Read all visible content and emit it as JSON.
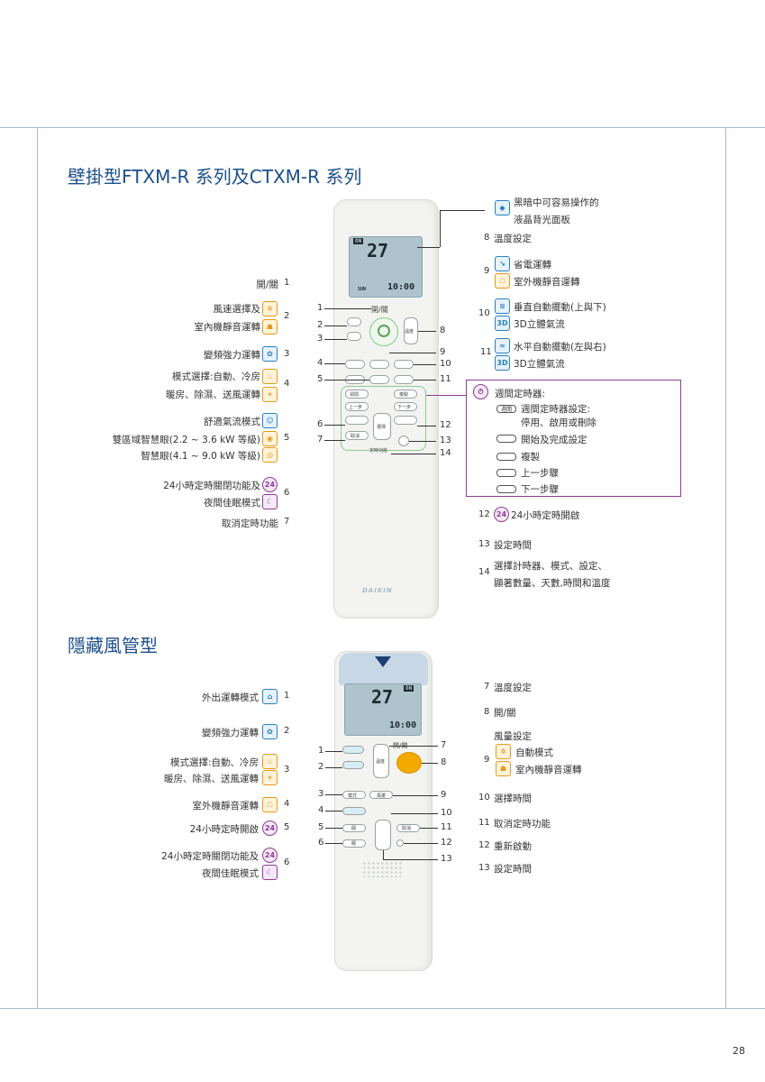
{
  "page_number": "28",
  "section1": {
    "title": "壁掛型FTXM-R 系列及CTXM-R 系列",
    "left_labels": [
      {
        "text": "開/關",
        "num": "1"
      },
      {
        "text": "風速選擇及",
        "num": ""
      },
      {
        "text": "室內機靜音運轉",
        "num": "2"
      },
      {
        "text": "變頻強力運轉",
        "num": "3"
      },
      {
        "text": "模式選擇:自動、冷房",
        "num": ""
      },
      {
        "text": "暖房、除濕、送風運轉",
        "num": "4"
      },
      {
        "text": "舒適氣流模式",
        "num": ""
      },
      {
        "text": "雙區域智慧眼(2.2 ~ 3.6 kW 等級)",
        "num": "5"
      },
      {
        "text": "智慧眼(4.1 ~ 9.0 kW 等級)",
        "num": ""
      },
      {
        "text": "24小時定時關閉功能及",
        "num": ""
      },
      {
        "text": "夜間佳眠模式",
        "num": "6"
      },
      {
        "text": "取消定時功能",
        "num": "7"
      }
    ],
    "right_labels": {
      "backlight_line1": "黑暗中可容易操作的",
      "backlight_line2": "液晶背光面板",
      "r8": "8",
      "r8_text": "溫度設定",
      "r9": "9",
      "r9_a": "省電運轉",
      "r9_b": "室外機靜音運轉",
      "r10": "10",
      "r10_a": "垂直自動擺動(上與下)",
      "r10_b": "3D立體氣流",
      "r11": "11",
      "r11_a": "水平自動擺動(左與右)",
      "r11_b": "3D立體氣流",
      "weekly_title": "週間定時器:",
      "weekly_1a": "週間定時器設定:",
      "weekly_1b": "停用、啟用或刪除",
      "weekly_2": "開始及完成設定",
      "weekly_3": "複製",
      "weekly_4": "上一步驟",
      "weekly_5": "下一步驟",
      "r12": "12",
      "r12_text": "24小時定時開啟",
      "r13": "13",
      "r13_text": "設定時間",
      "r14": "14",
      "r14_a": "選擇計時器、模式、設定、",
      "r14_b": "顯著數量、天數,時間和溫度"
    },
    "remote_labels": {
      "onoff": "開/關",
      "temp": "溫度",
      "lcd_temp": "27",
      "lcd_time": "10:00",
      "lcd_on": "ON",
      "lcd_sun": "SUN",
      "select": "選擇",
      "prev": "上一步",
      "next": "下一步",
      "weekly": "週間",
      "copy": "複製",
      "cancel": "取消",
      "timer_off": "定時功能",
      "brand": "DAIKIN"
    },
    "callouts": [
      "1",
      "2",
      "3",
      "4",
      "5",
      "6",
      "7",
      "8",
      "9",
      "10",
      "11",
      "12",
      "13",
      "14"
    ]
  },
  "section2": {
    "title": "隱藏風管型",
    "left_labels": [
      {
        "text": "外出運轉模式",
        "num": "1"
      },
      {
        "text": "變頻強力運轉",
        "num": "2"
      },
      {
        "text": "模式選擇:自動、冷房",
        "num": ""
      },
      {
        "text": "暖房、除濕、送風運轉",
        "num": "3"
      },
      {
        "text": "室外機靜音運轉",
        "num": "4"
      },
      {
        "text": "24小時定時開啟",
        "num": "5"
      },
      {
        "text": "24小時定時關閉功能及",
        "num": ""
      },
      {
        "text": "夜間佳眠模式",
        "num": "6"
      }
    ],
    "right_labels": [
      {
        "num": "7",
        "text": "溫度設定"
      },
      {
        "num": "8",
        "text": "開/關"
      },
      {
        "num": "",
        "text": "風量設定"
      },
      {
        "num": "9",
        "text": "自動模式"
      },
      {
        "num": "",
        "text": "室內機靜音運轉"
      },
      {
        "num": "10",
        "text": "選擇時間"
      },
      {
        "num": "11",
        "text": "取消定時功能"
      },
      {
        "num": "12",
        "text": "重新啟動"
      },
      {
        "num": "13",
        "text": "設定時間"
      }
    ],
    "remote_labels": {
      "onoff": "開/關",
      "temp": "溫度",
      "mode": "模式",
      "fan": "風量",
      "on_btn": "開",
      "off_btn": "關",
      "cancel": "取消",
      "lcd_temp": "27",
      "lcd_time": "10:00",
      "lcd_on": "ON"
    },
    "callouts": [
      "1",
      "2",
      "3",
      "4",
      "5",
      "6",
      "7",
      "8",
      "9",
      "10",
      "11",
      "12",
      "13"
    ]
  },
  "icons": {
    "backlight": "backlight-icon",
    "econo": "econo-icon",
    "outdoor_quiet": "outdoor-quiet-icon",
    "swing_vertical": "vertical-swing-icon",
    "swing_horizontal": "horizontal-swing-icon",
    "threeD": "3d-airflow-icon",
    "weekly": "weekly-timer-icon",
    "h24": "24h-icon",
    "auto_fan": "auto-fan-icon",
    "quiet": "indoor-quiet-icon",
    "powerful": "powerful-icon",
    "mode": "mode-icon",
    "comfort": "comfort-airflow-icon",
    "eye": "intelligent-eye-icon",
    "night": "sleep-icon",
    "home_leave": "home-leave-icon"
  },
  "colors": {
    "frame": "#9fbcd6",
    "title": "#1b4f8a",
    "weekly_border": "#8e3c95",
    "onoff_button": "#f2a900"
  }
}
